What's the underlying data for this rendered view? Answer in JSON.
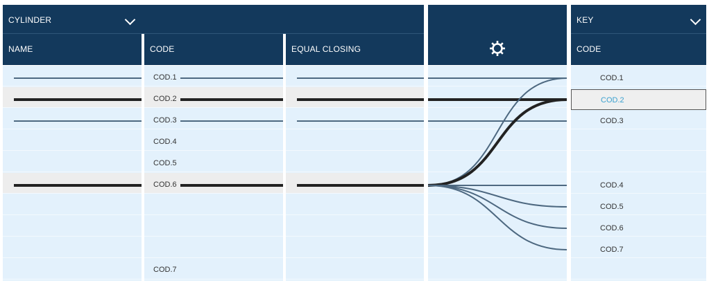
{
  "cylinder": {
    "title": "CYLINDER",
    "columns": {
      "name": "NAME",
      "code": "CODE",
      "equal": "EQUAL CLOSING"
    },
    "codes": [
      "COD.1",
      "COD.2",
      "COD.3",
      "COD.4",
      "COD.5",
      "COD.6",
      "COD.7"
    ]
  },
  "settings": {
    "icon": "gear-icon"
  },
  "key": {
    "title": "KEY",
    "column": "CODE",
    "codes": [
      "COD.1",
      "COD.2",
      "COD.3",
      "COD.4",
      "COD.5",
      "COD.6",
      "COD.7"
    ],
    "selected": "COD.2"
  },
  "colors": {
    "header": "#13395c",
    "row": "#e3f1fc",
    "selected_row": "#ededed",
    "line": "#4d6880",
    "bold_line": "#222222",
    "selected_text": "#3aa0cf"
  }
}
